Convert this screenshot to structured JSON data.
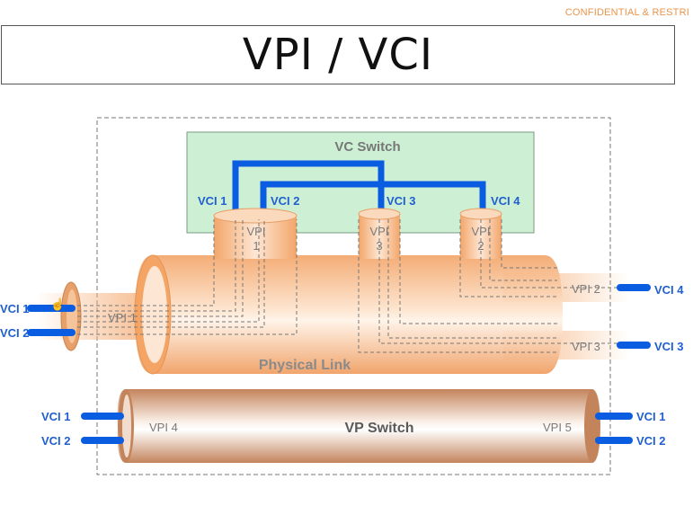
{
  "header": {
    "confidential": "CONFIDENTIAL & RESTRI",
    "title": "VPI / VCI"
  },
  "diagram": {
    "vc_switch": {
      "label": "VC Switch"
    },
    "physical_link": {
      "label": "Physical Link"
    },
    "vp_switch": {
      "label": "VP Switch"
    },
    "vc_switch_ports": [
      "VCI 1",
      "VCI 2",
      "VCI 3",
      "VCI 4"
    ],
    "risers": [
      {
        "line1": "VPI",
        "line2": "1"
      },
      {
        "line1": "VPI",
        "line2": "3"
      },
      {
        "line1": "VPI",
        "line2": "2"
      }
    ],
    "left_end": {
      "vpi": "VPI 1",
      "vcis": [
        "VCI 1",
        "VCI 2"
      ]
    },
    "right_outputs": [
      {
        "vpi": "VPI 2",
        "vci": "VCI 4"
      },
      {
        "vpi": "VPI 3",
        "vci": "VCI 3"
      }
    ],
    "vp_switch_left": {
      "vpi": "VPI 4",
      "vcis": [
        "VCI 1",
        "VCI 2"
      ]
    },
    "vp_switch_right": {
      "vpi": "VPI 5",
      "vcis": [
        "VCI 1",
        "VCI 2"
      ]
    },
    "colors": {
      "tube_orange": "#f6b07a",
      "tube_light": "#fde6d2",
      "vp_brown": "#c98a64",
      "vc_green": "#cdf0d5",
      "connector_blue": "#0a5ce0"
    }
  }
}
